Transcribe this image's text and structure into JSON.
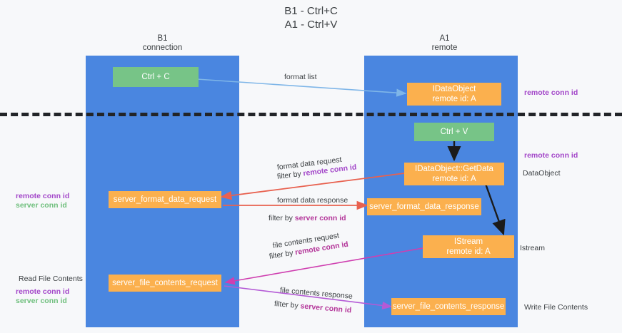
{
  "title": "B1 - Ctrl+C\nA1 - Ctrl+V",
  "columns": {
    "left": "B1\nconnection",
    "right": "A1\nremote"
  },
  "nodes": {
    "ctrl_c": "Ctrl + C",
    "idataobject": "IDataObject\nremote id: A",
    "ctrl_v": "Ctrl + V",
    "getdata": "IDataObject::GetData\nremote id: A",
    "server_format_data_request": "server_format_data_request",
    "server_format_data_response": "server_format_data_response",
    "istream": "IStream\nremote id: A",
    "server_file_contents_request": "server_file_contents_request",
    "server_file_contents_response": "server_file_contents_response"
  },
  "edges": {
    "format_list": "format list",
    "format_data_request": "format data request",
    "format_data_request_filter_prefix": "filter by ",
    "format_data_request_filter_key": "remote conn id",
    "format_data_response": "format data response",
    "format_data_response_filter_prefix": "filter by ",
    "format_data_response_filter_key": "server conn id",
    "file_contents_request": "file contents request",
    "file_contents_request_filter_prefix": "filter by ",
    "file_contents_request_filter_key": "remote conn id",
    "file_contents_response": "file contents response",
    "file_contents_response_filter_prefix": "filter by ",
    "file_contents_response_filter_key": "server conn id"
  },
  "right_labels": {
    "remote_conn_id_top": "remote conn id",
    "remote_conn_id_mid": "remote conn id",
    "dataobject": "DataObject",
    "istream": "Istream",
    "write_file_contents": "Write File Contents"
  },
  "left_labels": {
    "remote_conn_id": "remote conn id",
    "server_conn_id": "server conn id",
    "read_file_contents": "Read File Contents",
    "remote_conn_id_2": "remote conn id",
    "server_conn_id_2": "server conn id"
  },
  "colors": {
    "lane": "#4a86e0",
    "green_node": "#77c487",
    "orange_node": "#fbb04e",
    "purple": "#a347c9",
    "green_text": "#6fbf7d",
    "magenta": "#b4379a",
    "red_arrow": "#e8614f",
    "blue_arrow": "#7fb6e8",
    "black_arrow": "#1b1b1b",
    "violet_arrow": "#b45ad6",
    "divider": "#222428",
    "background": "#f7f8fa"
  }
}
